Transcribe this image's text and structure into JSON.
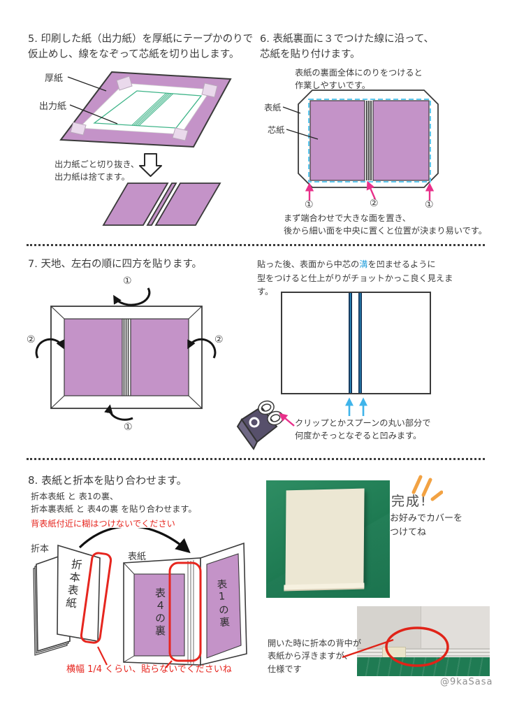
{
  "markers": {
    "one": "①",
    "two": "②"
  },
  "colors": {
    "purple": "#c493c8",
    "green_line": "#3eb488",
    "blue_dash": "#5ec8ef",
    "pink_arrow": "#e8308a",
    "red": "#e6261f",
    "blue_crease": "#2da3dc",
    "orange": "#f2a243",
    "mat_green": "#1f7b53",
    "handwriting": "#3c3c3c"
  },
  "step5": {
    "title": "5. 印刷した紙（出力紙）を厚紙にテープかのりで\n仮止めし、線をなぞって芯紙を切り出します。",
    "label_board": "厚紙",
    "label_output": "出力紙",
    "caption": "出力紙ごと切り抜き、\n出力紙は捨てます。"
  },
  "step6": {
    "title": "6. 表紙裏面に３でつけた線に沿って、\n芯紙を貼り付けます。",
    "note": "表紙の裏面全体にのりをつけると\n作業しやすいです。",
    "label_cover": "表紙",
    "label_core": "芯紙",
    "caption": "まず端合わせで大きな面を置き、\n後から細い面を中央に置くと位置が決まり易いです。"
  },
  "step7": {
    "title": "7. 天地、左右の順に四方を貼ります。",
    "note_pre": "貼った後、表面から中芯の",
    "note_blue": "溝",
    "note_post": "を凹ませるように",
    "note_line2": "型をつけると仕上がりがチョットかっこ良く見えます。",
    "clip_caption": "クリップとかスプーンの丸い部分で\n何度かそっとなぞると凹みます。"
  },
  "step8": {
    "title": "8. 表紙と折本を貼り合わせます。",
    "sub": "折本表紙 と 表1の裏、\n折本裏表紙 と 表4の裏 を貼り合わせます。",
    "warning": "背表紙付近に糊はつけないでください",
    "label_orihon": "折本",
    "label_hyoshi": "表紙",
    "orihon_cover": "折本表紙",
    "panel_left": "表４の裏",
    "panel_right": "表1の裏",
    "caption": "横幅 1/4 くらい、貼らないでくださいね"
  },
  "result": {
    "done": "完成!",
    "note": "お好みでカバーを\nつけてね",
    "photo_note": "開いた時に折本の背中が\n表紙から浮きますが、\n仕様です",
    "credit": "@9kaSasa"
  }
}
